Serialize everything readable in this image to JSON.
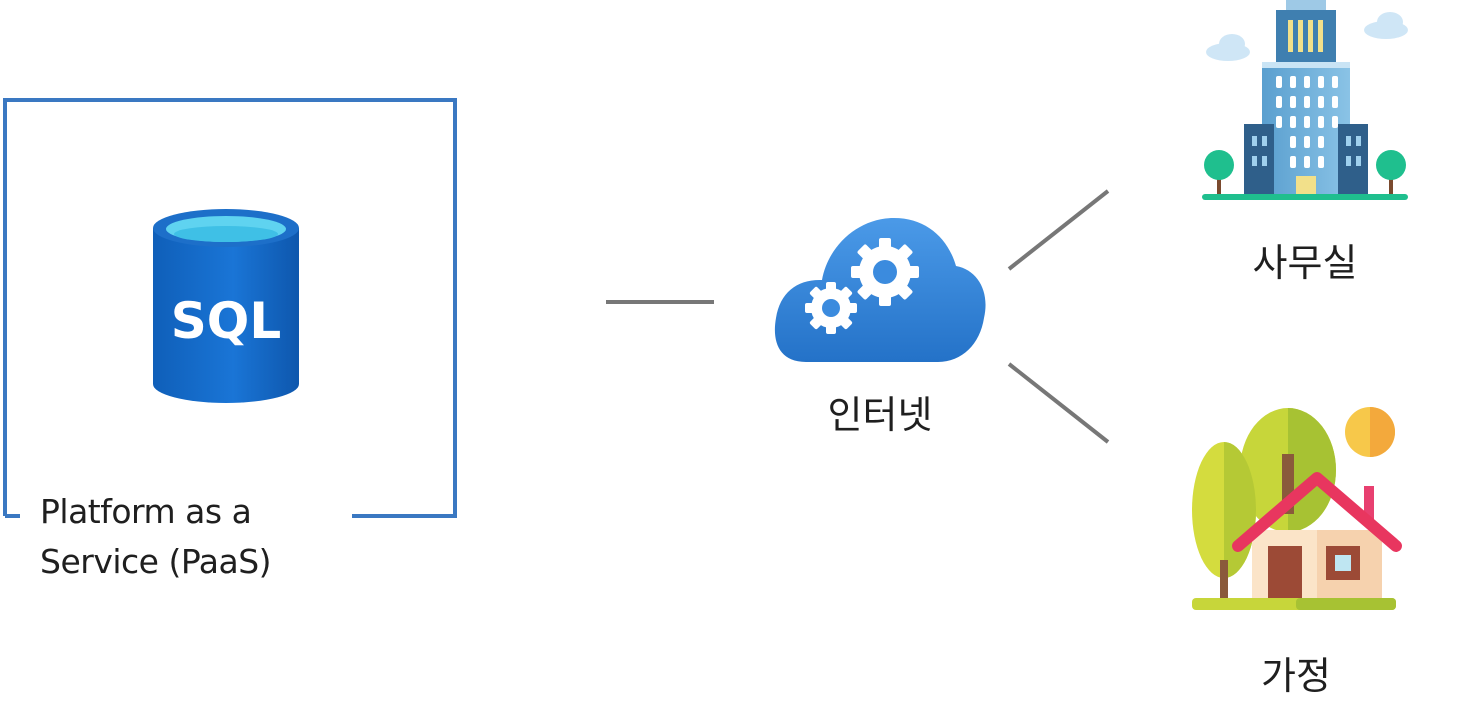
{
  "paas": {
    "line1": "Platform as a",
    "line2": "Service (PaaS)",
    "icon_text": "SQL"
  },
  "internet": {
    "label": "인터넷"
  },
  "office": {
    "label": "사무실"
  },
  "home": {
    "label": "가정"
  },
  "colors": {
    "frame": "#3a78c2",
    "connector": "#777777",
    "sql_blue": "#1769c9",
    "sql_top": "#5fd3f0",
    "cloud_blue": "#2e7fd4"
  },
  "icons": {
    "database": "sql-database-icon",
    "cloud": "cloud-gears-icon",
    "office": "office-building-icon",
    "home": "house-with-trees-icon"
  }
}
